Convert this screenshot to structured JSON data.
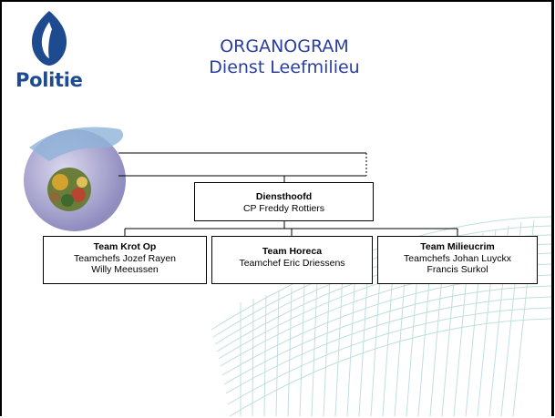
{
  "logo": {
    "text": "Politie"
  },
  "title": {
    "line1": "ORGANOGRAM",
    "line2": "Dienst Leefmilieu"
  },
  "chart_data": {
    "type": "org-chart",
    "root": {
      "title": "Diensthoofd",
      "lines": [
        "CP Freddy Rottiers"
      ]
    },
    "teams": [
      {
        "title": "Team Krot Op",
        "lines": [
          "Teamchefs Jozef Rayen",
          "Willy Meeussen"
        ]
      },
      {
        "title": "Team Horeca",
        "lines": [
          "Teamchef Eric Driessens"
        ]
      },
      {
        "title": "Team Milieucrim",
        "lines": [
          "Teamchefs Johan Luyckx",
          "Francis Surkol"
        ]
      }
    ]
  },
  "colors": {
    "title": "#2b3fa3",
    "logo": "#1e4a8f",
    "wave": "#bfe0dc"
  }
}
